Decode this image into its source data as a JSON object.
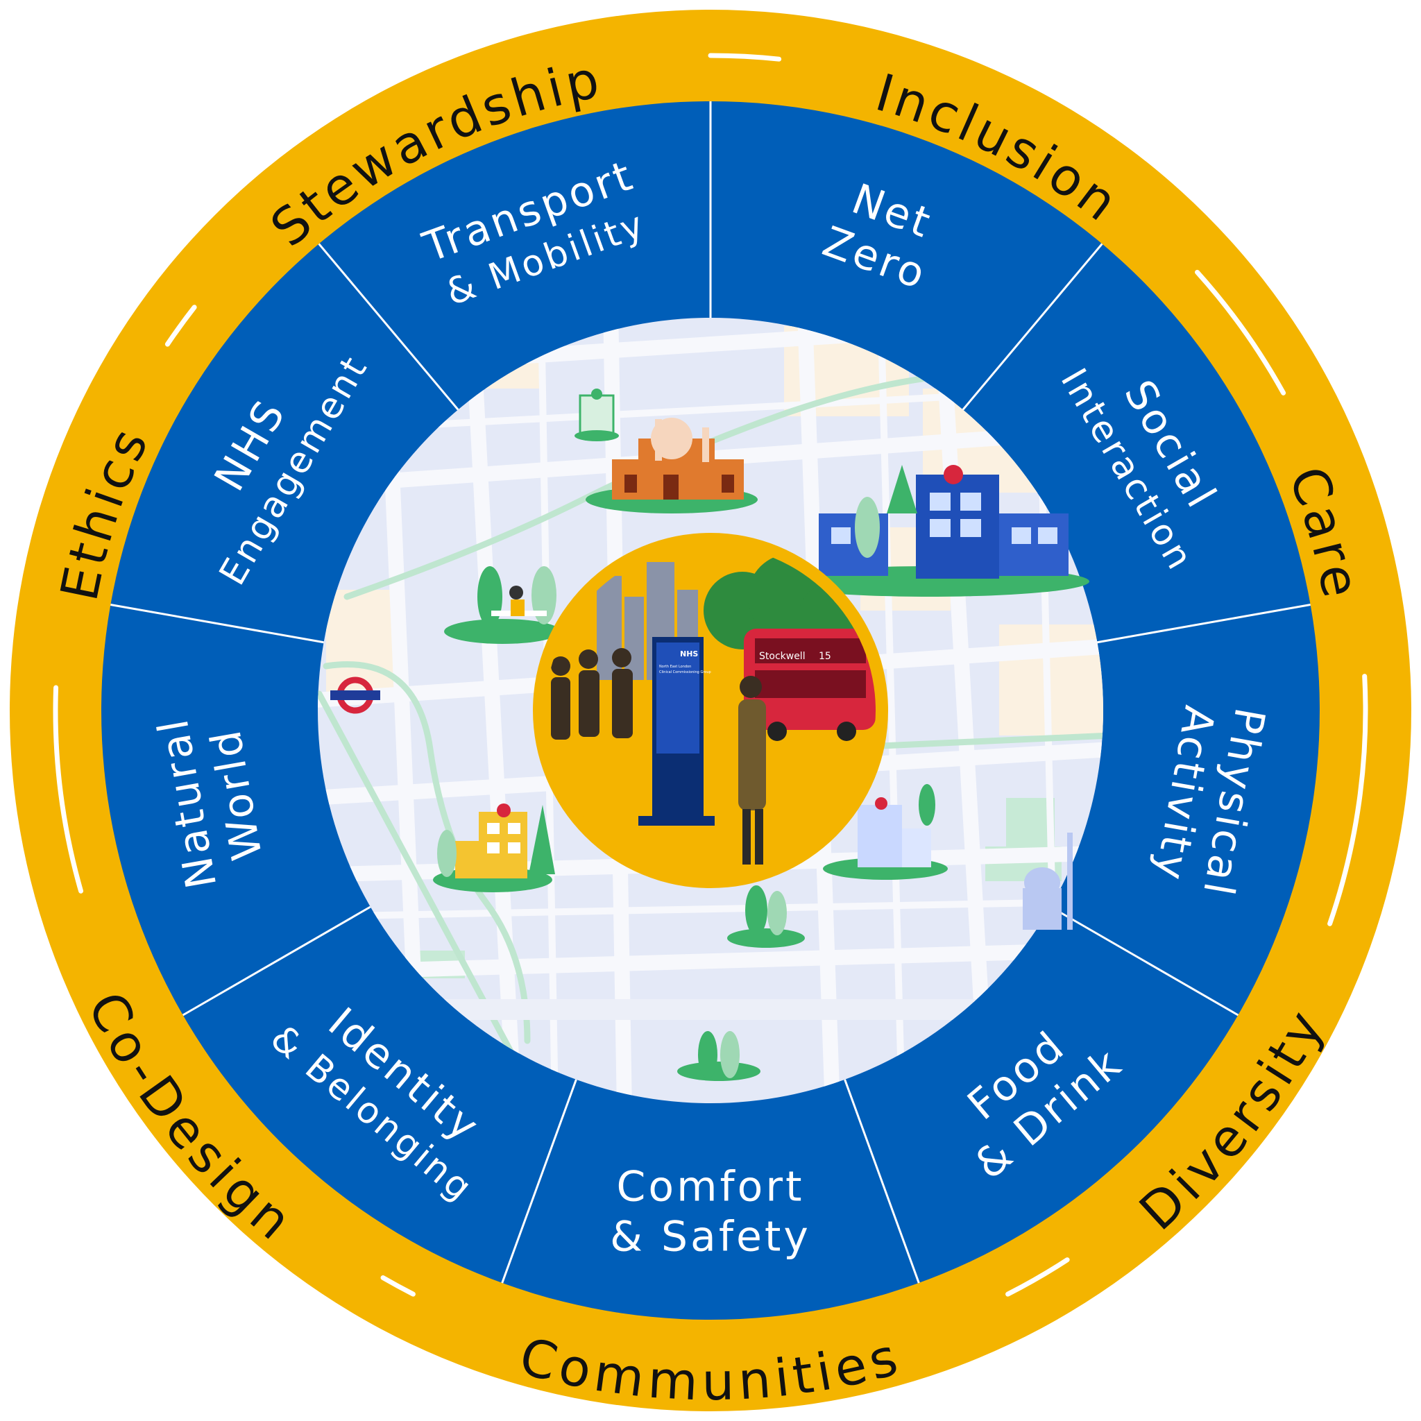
{
  "colors": {
    "gold": "#F4B400",
    "blue": "#005EB8",
    "map_bg": "#E4E9F7",
    "street": "#F7F8FC",
    "park": "#C7EAD6",
    "ring_text": "#111111",
    "segment_text": "#ffffff"
  },
  "outer_ring": {
    "values": [
      {
        "label": "Inclusion"
      },
      {
        "label": "Care"
      },
      {
        "label": "Diversity"
      },
      {
        "label": "Communities"
      },
      {
        "label": "Co-Design"
      },
      {
        "label": "Ethics"
      },
      {
        "label": "Stewardship"
      }
    ]
  },
  "segments": [
    {
      "lines": [
        "Net",
        "Zero"
      ]
    },
    {
      "lines": [
        "Social",
        "Interaction"
      ]
    },
    {
      "lines": [
        "Physical",
        "Activity"
      ]
    },
    {
      "lines": [
        "Food",
        "& Drink"
      ]
    },
    {
      "lines": [
        "Comfort",
        "& Safety"
      ]
    },
    {
      "lines": [
        "Identity",
        "& Belonging"
      ]
    },
    {
      "lines": [
        "Natural",
        "World"
      ]
    },
    {
      "lines": [
        "NHS",
        "Engagement"
      ]
    },
    {
      "lines": [
        "Transport",
        "& Mobility"
      ]
    }
  ],
  "map": {
    "icons": [
      "mosque-icon",
      "hospital-icon",
      "park-bench-icon",
      "underground-roundel-icon",
      "school-icon",
      "clinic-icon",
      "tree-cluster-icon",
      "mosque-dome-icon"
    ]
  },
  "center": {
    "icons": [
      "city-skyline-icon",
      "people-walking-icon",
      "kiosk-totem-icon",
      "tree-icon",
      "red-bus-icon",
      "standing-person-icon"
    ],
    "kiosk_logo": "NHS",
    "kiosk_caption_1": "North East London",
    "kiosk_caption_2": "Clinical Commissioning Group",
    "bus_destination": "Stockwell",
    "bus_route": "15"
  }
}
